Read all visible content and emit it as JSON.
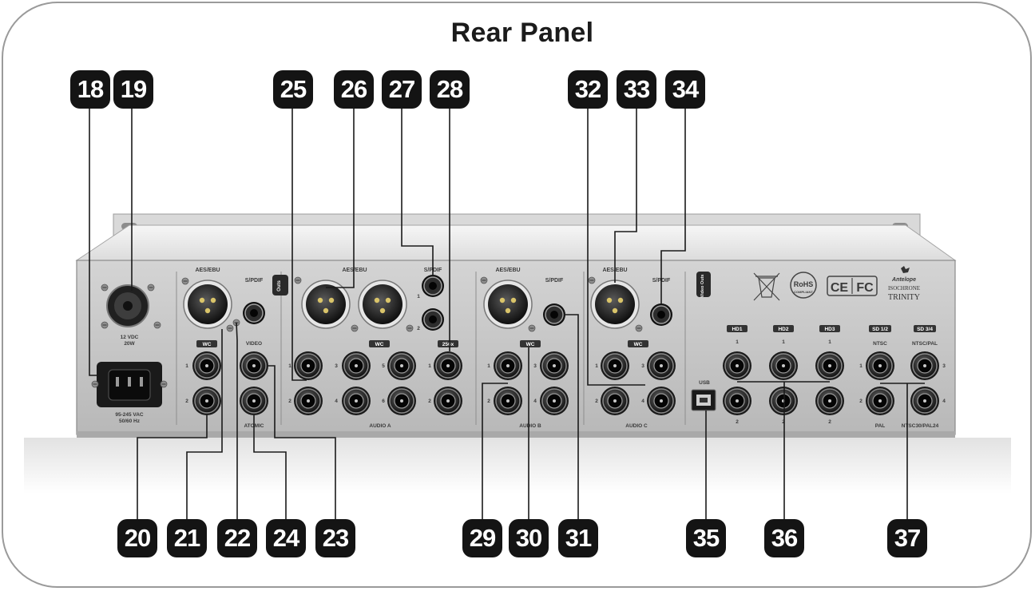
{
  "title": "Rear Panel",
  "callouts_top": [
    "18",
    "19",
    "25",
    "26",
    "27",
    "28",
    "32",
    "33",
    "34"
  ],
  "callouts_bottom": [
    "20",
    "21",
    "22",
    "24",
    "23",
    "29",
    "30",
    "31",
    "35",
    "36",
    "37"
  ],
  "power": {
    "dc_label_1": "12 VDC",
    "dc_label_2": "20W",
    "ac_label_1": "95-245 VAC",
    "ac_label_2": "50/60 Hz"
  },
  "section_main": {
    "aes": "AES/EBU",
    "spdif": "S/PDIF",
    "wc": "WC",
    "video": "VIDEO",
    "atomic": "ATOMIC",
    "outs": "Outs",
    "n1": "1",
    "n2": "2"
  },
  "section_a": {
    "aes": "AES/EBU",
    "spdif": "S/PDIF",
    "wc": "WC",
    "x256": "256x",
    "label": "AUDIO A",
    "nums": [
      "1",
      "2",
      "3",
      "4",
      "5",
      "6",
      "1",
      "2",
      "1",
      "2",
      "1",
      "2"
    ]
  },
  "section_b": {
    "aes": "AES/EBU",
    "spdif": "S/PDIF",
    "wc": "WC",
    "label": "AUDIO B",
    "nums": [
      "1",
      "2",
      "3",
      "4"
    ]
  },
  "section_c": {
    "aes": "AES/EBU",
    "spdif": "S/PDIF",
    "wc": "WC",
    "label": "AUDIO C",
    "nums": [
      "1",
      "2",
      "3",
      "4"
    ]
  },
  "section_video": {
    "badge": "Video Outs",
    "usb": "USB",
    "hd": [
      "HD1",
      "HD2",
      "HD3"
    ],
    "sd": [
      "SD 1/2",
      "SD 3/4"
    ],
    "ntsc": "NTSC",
    "ntsc_pal": "NTSC/PAL",
    "pal": "PAL",
    "ntsc30": "NTSC30/PAL24",
    "nums": [
      "1",
      "1",
      "1",
      "2",
      "2",
      "2",
      "1",
      "2",
      "3",
      "4"
    ]
  },
  "logos": {
    "rohs_1": "RoHS",
    "rohs_2": "COMPLIANT",
    "ce": "CE",
    "fc": "FC",
    "brand_1": "Antelope",
    "brand_2": "ISOCHRONE",
    "brand_3": "TRINITY"
  }
}
